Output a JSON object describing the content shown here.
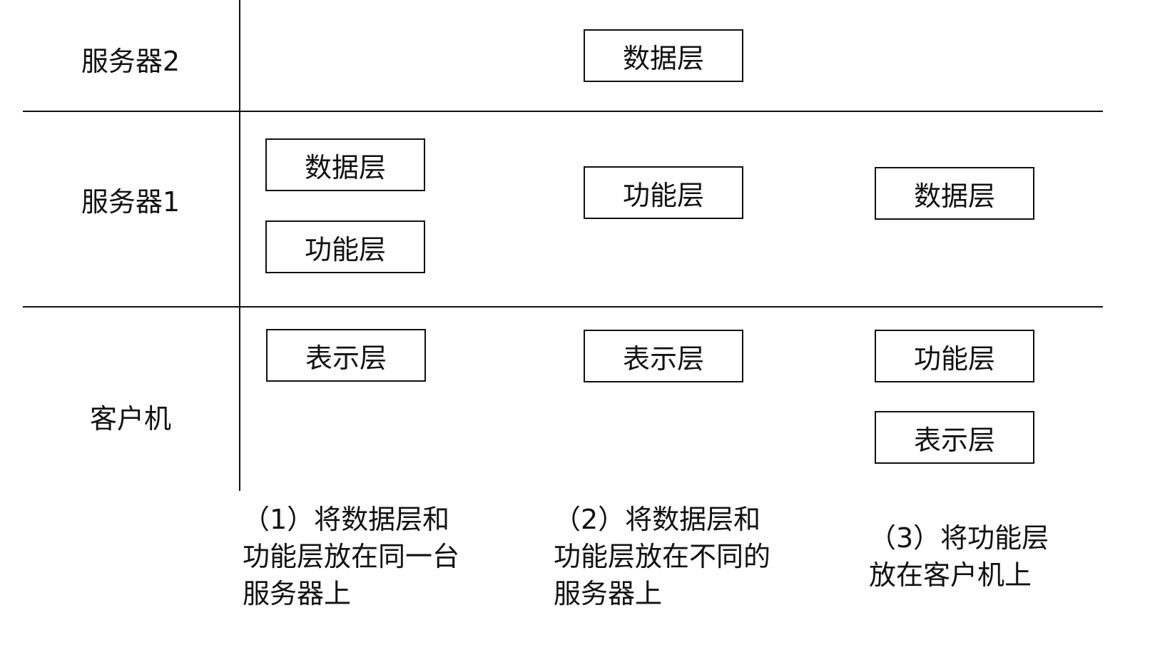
{
  "rows": {
    "server2": "服务器2",
    "server1": "服务器1",
    "client": "客户机"
  },
  "boxes": {
    "col1_server1_data": "数据层",
    "col1_server1_func": "功能层",
    "col1_client_pres": "表示层",
    "col2_server2_data": "数据层",
    "col2_server1_func": "功能层",
    "col2_client_pres": "表示层",
    "col3_server1_data": "数据层",
    "col3_client_func": "功能层",
    "col3_client_pres": "表示层"
  },
  "captions": {
    "col1": [
      "（1）将数据层和",
      "功能层放在同一台",
      "服务器上"
    ],
    "col2": [
      "（2）将数据层和",
      "功能层放在不同的",
      "服务器上"
    ],
    "col3": [
      "（3）将功能层",
      "放在客户机上"
    ]
  }
}
